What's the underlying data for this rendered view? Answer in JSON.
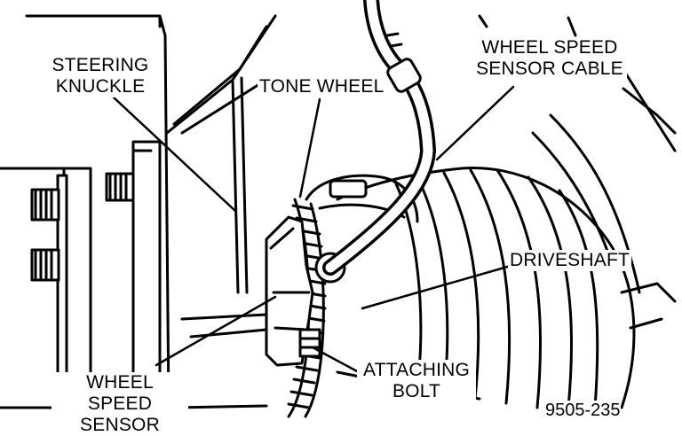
{
  "labels": {
    "steering_knuckle": [
      "STEERING",
      "KNUCKLE"
    ],
    "tone_wheel": "TONE WHEEL",
    "sensor_cable": [
      "WHEEL SPEED",
      "SENSOR CABLE"
    ],
    "driveshaft": "DRIVESHAFT",
    "attaching_bolt": [
      "ATTACHING",
      "BOLT"
    ],
    "wheel_speed_sensor": [
      "WHEEL SPEED",
      "SENSOR"
    ]
  },
  "figure_number": "9505-235"
}
